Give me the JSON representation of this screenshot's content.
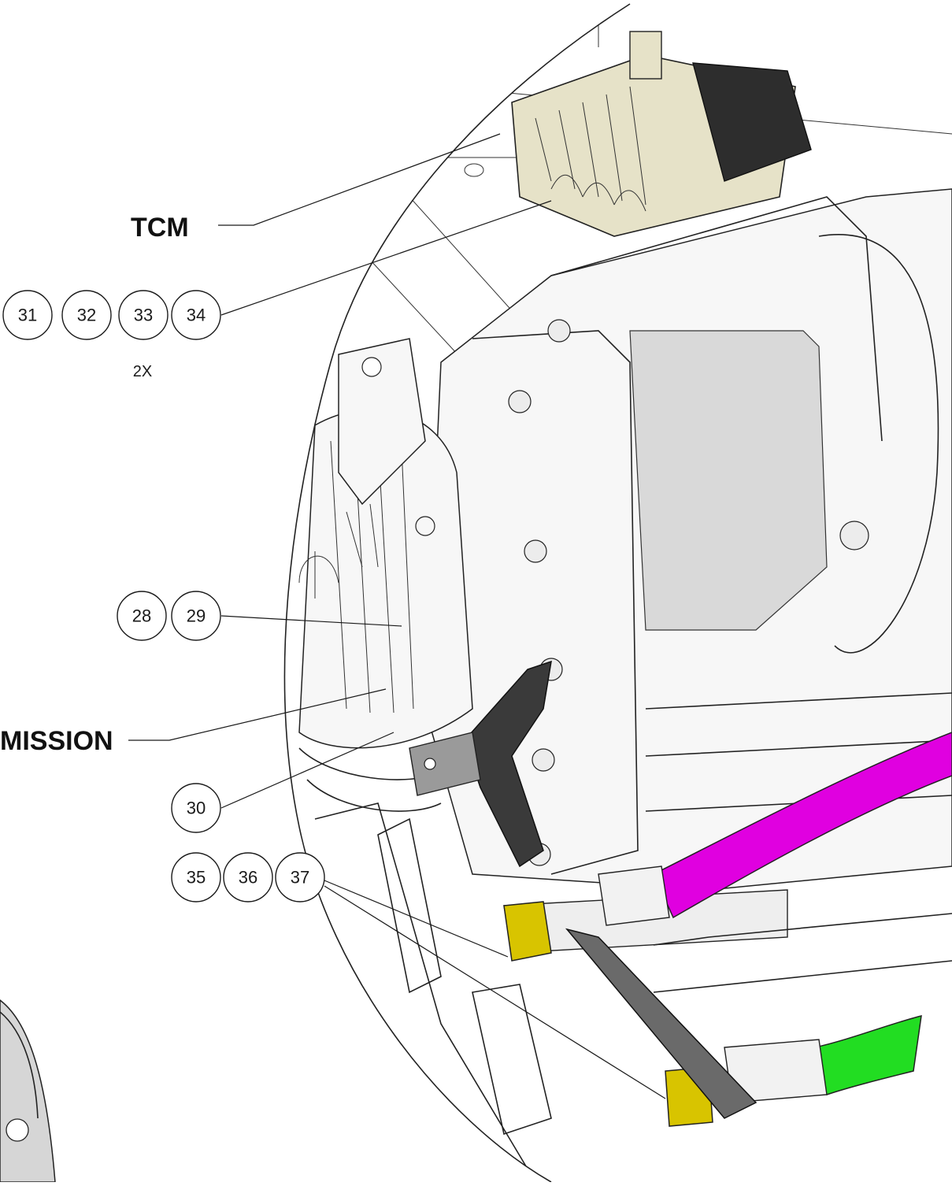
{
  "labels": {
    "tcm": "TCM",
    "transmission": "MISSION",
    "multiplier": "2X"
  },
  "bubble_groups": [
    {
      "id": "group-31-34",
      "numbers": [
        "31",
        "32",
        "33",
        "34"
      ]
    },
    {
      "id": "group-28-29",
      "numbers": [
        "28",
        "29"
      ]
    },
    {
      "id": "group-30",
      "numbers": [
        "30"
      ]
    },
    {
      "id": "group-35-37",
      "numbers": [
        "35",
        "36",
        "37"
      ]
    }
  ],
  "colors": {
    "hose_magenta": "#e000e0",
    "hose_green": "#22dd22",
    "fitting_yellow": "#d8c400",
    "tcm_body": "#e6e2c8",
    "bracket_dark": "#3a3a3a"
  }
}
